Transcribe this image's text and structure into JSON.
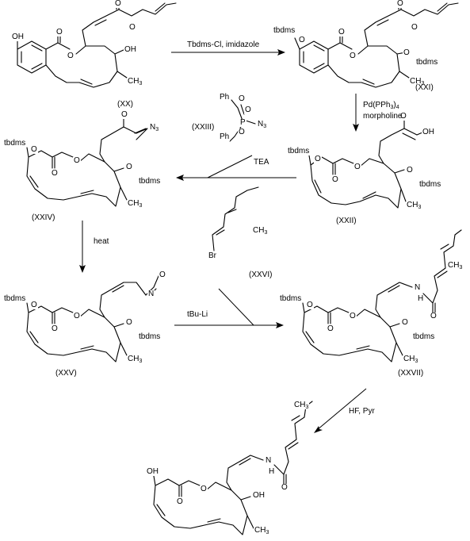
{
  "compounds": {
    "xx": "(XX)",
    "xxi": "(XXI)",
    "xxii": "(XXII)",
    "xxiii": "(XXIII)",
    "xxiv": "(XXIV)",
    "xxv": "(XXV)",
    "xxvi": "(XXVI)",
    "xxvii": "(XXVII)"
  },
  "reagents": {
    "step1": "Tbdms-Cl, imidazole",
    "step2_a": "Pd(PPh",
    "step2_sub3": "3",
    "step2_close": ")",
    "step2_sub4": "4",
    "step2_b": "morpholine",
    "step3": "TEA",
    "step4": "heat",
    "step5": "tBu-Li",
    "step6": "HF, Pyr"
  },
  "atoms": {
    "OH": "OH",
    "O": "O",
    "CH3": "CH",
    "sub3": "3",
    "tbdms": "tbdms",
    "N3": "N",
    "sub_n3": "3",
    "N": "N",
    "H": "H",
    "Br": "Br",
    "Ph": "Ph",
    "P": "P"
  }
}
